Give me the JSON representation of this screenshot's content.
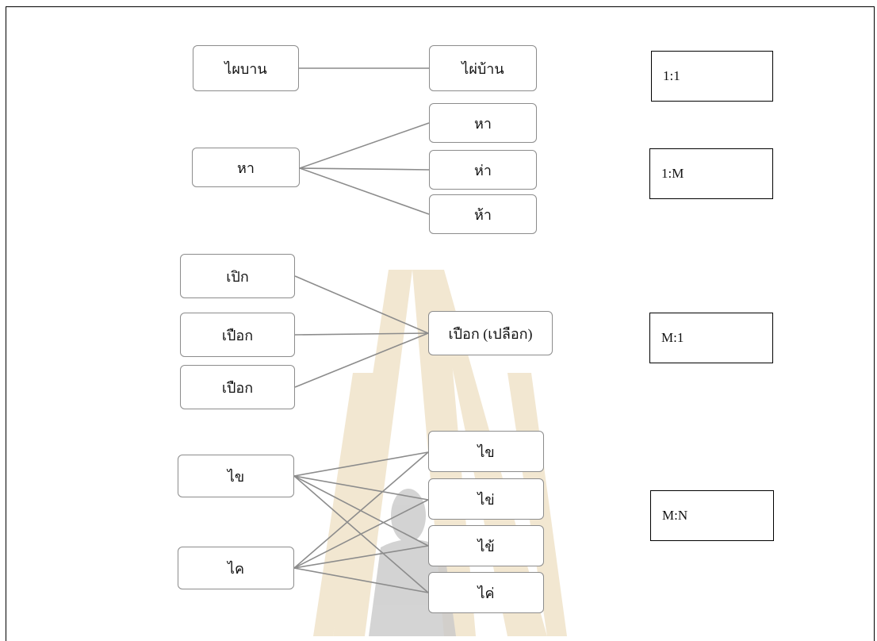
{
  "diagram": {
    "groups": [
      {
        "relation": "1:1",
        "left": [
          "ไผบาน"
        ],
        "right": [
          "ไผ่บ้าน"
        ]
      },
      {
        "relation": "1:M",
        "left": [
          "หา"
        ],
        "right": [
          "หา",
          "ห่า",
          "ห้า"
        ]
      },
      {
        "relation": "M:1",
        "left": [
          "เปิก",
          "เปือก",
          "เปือก"
        ],
        "right": [
          "เปือก (เปลือก)"
        ]
      },
      {
        "relation": "M:N",
        "left": [
          "ไข",
          "ไค"
        ],
        "right": [
          "ไข",
          "ไข่",
          "ไข้",
          "ไค่"
        ]
      }
    ]
  },
  "colors": {
    "connector": "#8c8c8c",
    "node_border": "#8c8c8c",
    "watermark": "#e8d6b4",
    "figure": "#bdbdbd"
  }
}
